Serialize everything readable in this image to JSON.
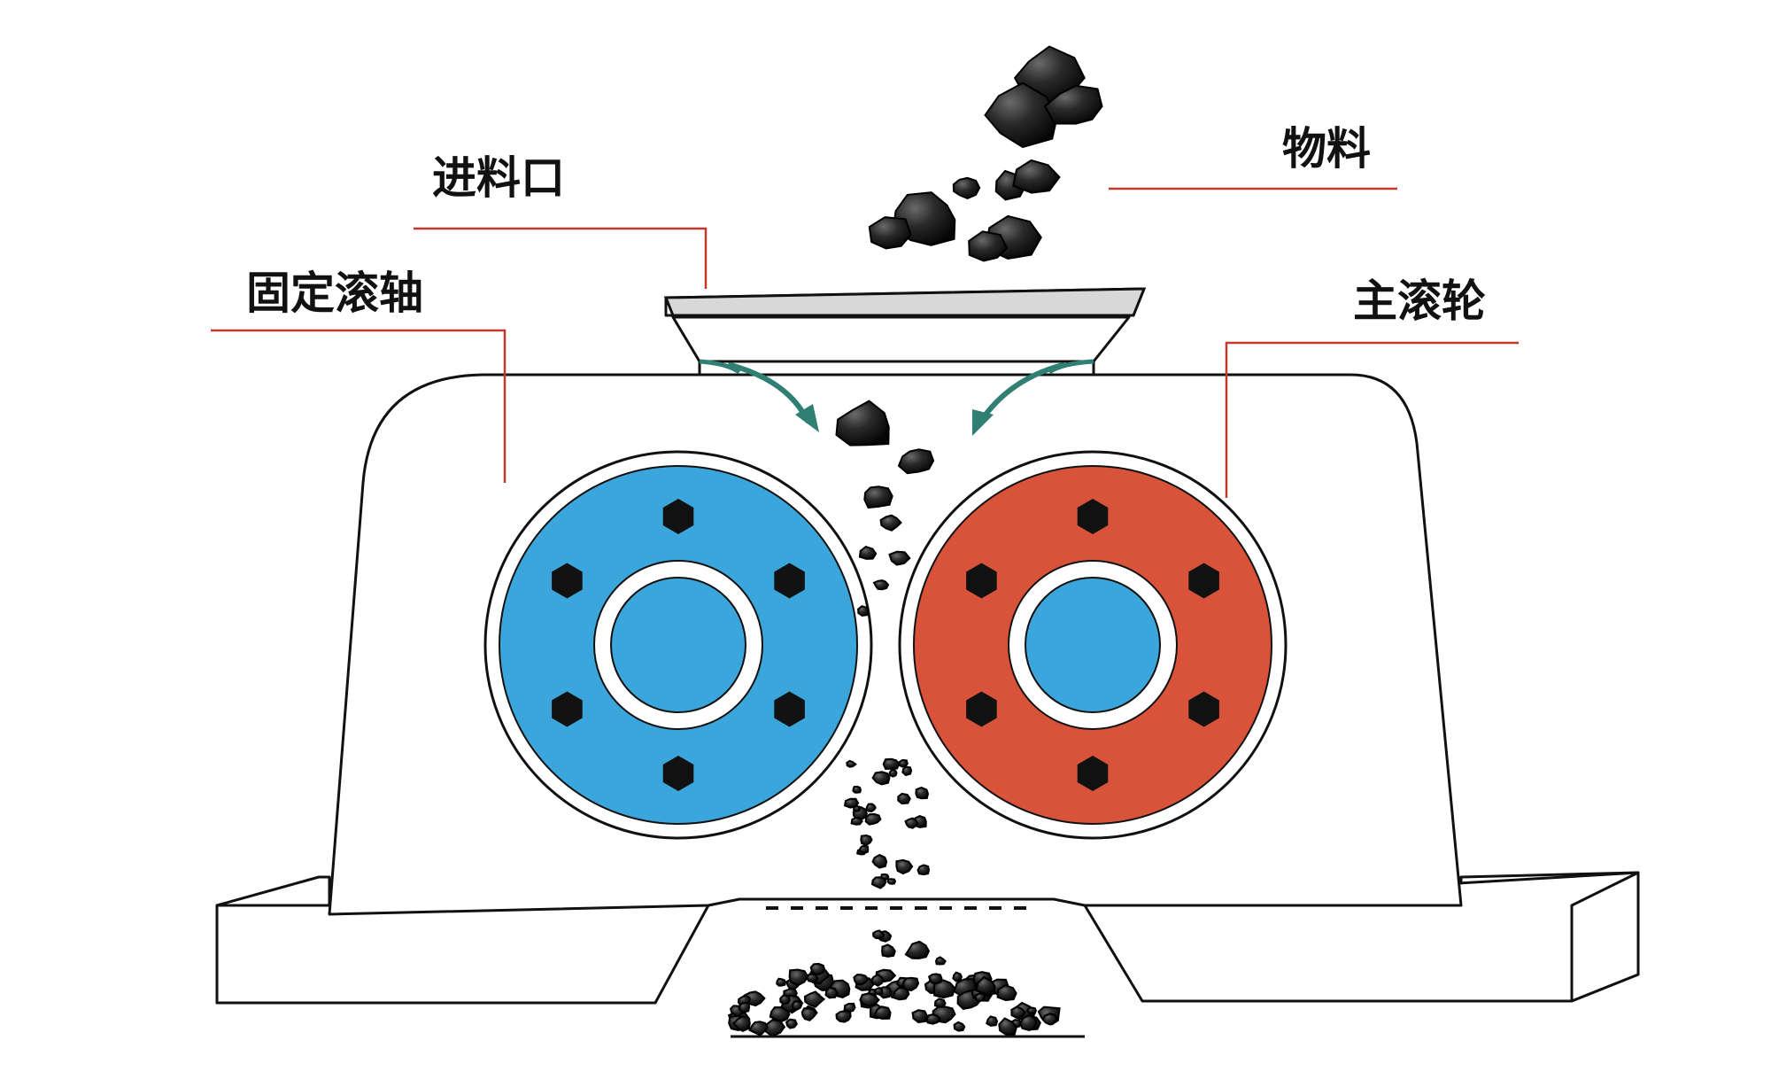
{
  "labels": {
    "feed_inlet": "进料口",
    "material": "物料",
    "fixed_roller_shaft": "固定滚轴",
    "main_roller": "主滚轮"
  },
  "colors": {
    "fixed_roller": "#3aa6dc",
    "main_roller": "#d9533a",
    "hub_center": "#3aa6dc",
    "leader_line": "#c0392b",
    "flow_arrow": "#2f7f73",
    "bolt": "#111111",
    "material": "#1a1a1a"
  },
  "icons": {
    "bolt": "hex-bolt-icon",
    "flow": "curved-arrow-icon",
    "material": "coal-lump-icon"
  }
}
